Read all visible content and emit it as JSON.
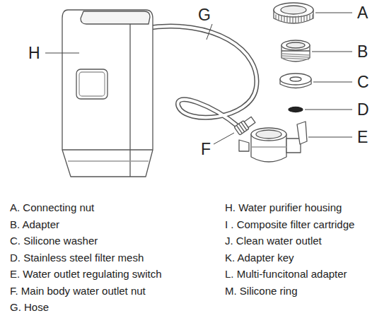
{
  "diagram": {
    "labels": [
      "A",
      "B",
      "C",
      "D",
      "E",
      "F",
      "G",
      "H",
      "A. Connecting nut",
      "B. Adapter",
      "C. Silicone washer",
      "D. Stainless steel filter mesh",
      "E. Water outlet regulating switch",
      "F. Main body water outlet nut",
      "G. Hose",
      "H. Water purifier housing",
      "I . Composite filter cartridge",
      "J. Clean water outlet",
      "K. Adapter key",
      "L. Multi-funcitonal adapter",
      "M. Silicone ring"
    ]
  }
}
